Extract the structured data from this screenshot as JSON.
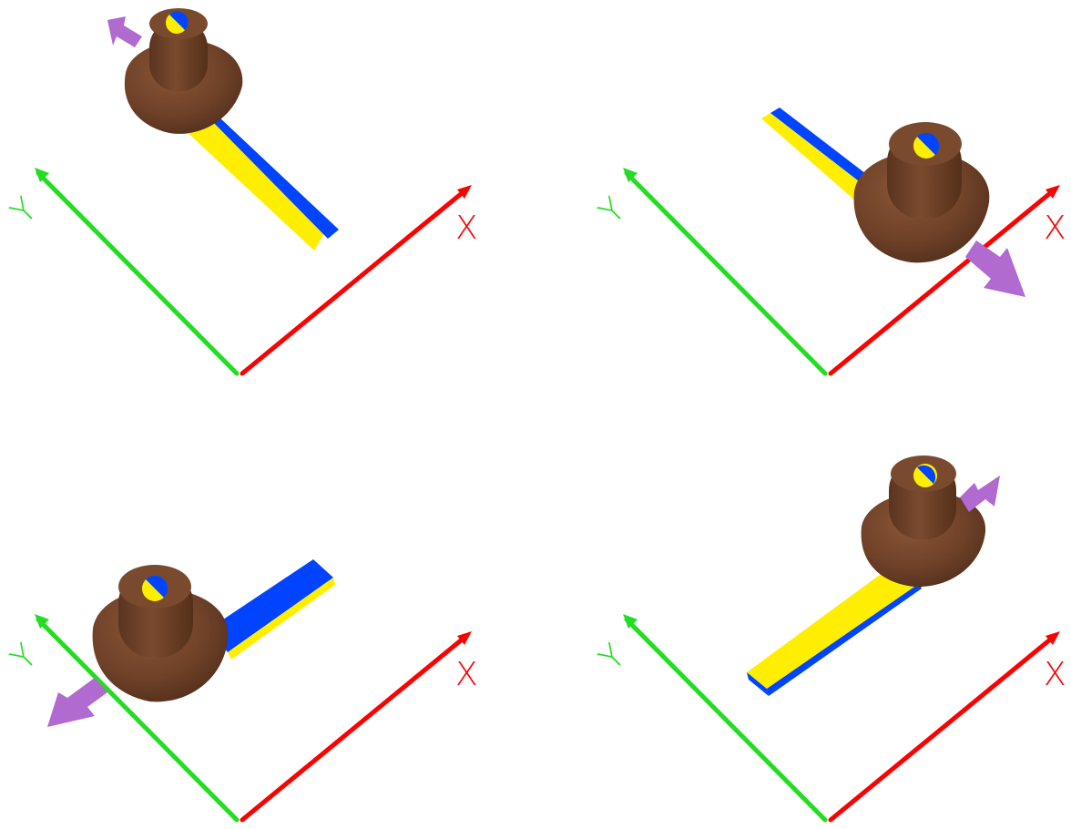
{
  "colors": {
    "background": "#ffffff",
    "x_axis": "#ff0000",
    "y_axis": "#22dd22",
    "knob": "#6e4128",
    "knob_dark": "#4e2c1a",
    "knob_light": "#8b5636",
    "bar_yellow": "#ffee00",
    "bar_blue": "#0044ff",
    "arrow": "#b06ad0"
  },
  "axes": {
    "x_label": "X",
    "y_label": "Y"
  },
  "panels": [
    {
      "id": "top-left",
      "arrow_direction": "up-left"
    },
    {
      "id": "top-right",
      "arrow_direction": "down-right"
    },
    {
      "id": "bottom-left",
      "arrow_direction": "down-left"
    },
    {
      "id": "bottom-right",
      "arrow_direction": "up-right"
    }
  ]
}
